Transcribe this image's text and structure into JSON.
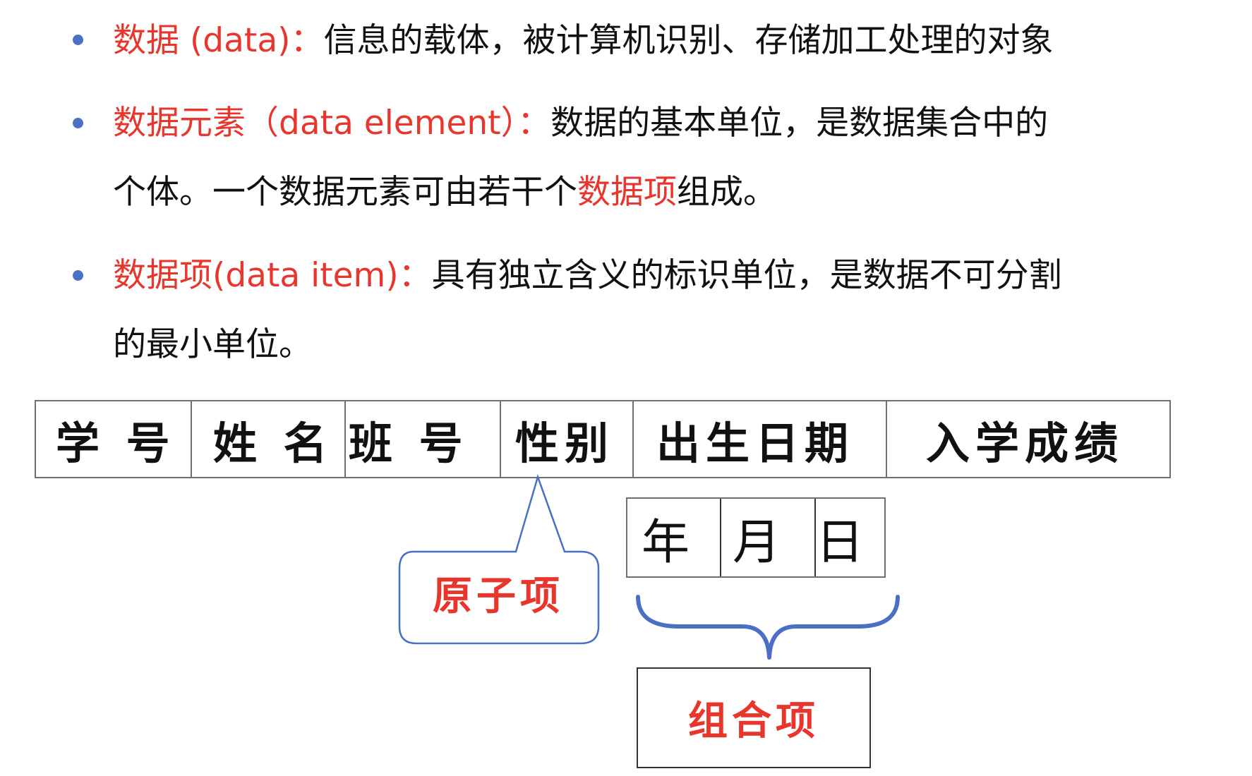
{
  "bullets": [
    {
      "term": "数据 (data)：",
      "definition": "信息的载体，被计算机识别、存储加工处理的对象"
    },
    {
      "term": "数据元素（data element）：",
      "definition_line1": "数据的基本单位，是数据集合中的",
      "definition_line2_part1": "个体。一个数据元素可由若干个",
      "definition_line2_highlight": "数据项",
      "definition_line2_part2": "组成。"
    },
    {
      "term": "数据项(data item)：",
      "definition_line1": "具有独立含义的标识单位，是数据不可分割",
      "definition_line2": "的最小单位。"
    }
  ],
  "record_table": {
    "fields": [
      "学 号",
      "姓 名",
      "班 号",
      "性别",
      "出生日期",
      "入学成绩"
    ]
  },
  "date_subfields": [
    "年",
    "月",
    "日"
  ],
  "labels": {
    "atomic_item": "原子项",
    "composite_item": "组合项"
  },
  "colors": {
    "highlight": "#e8362c",
    "bullet": "#4a6fc4",
    "brace": "#4a6fc4"
  }
}
